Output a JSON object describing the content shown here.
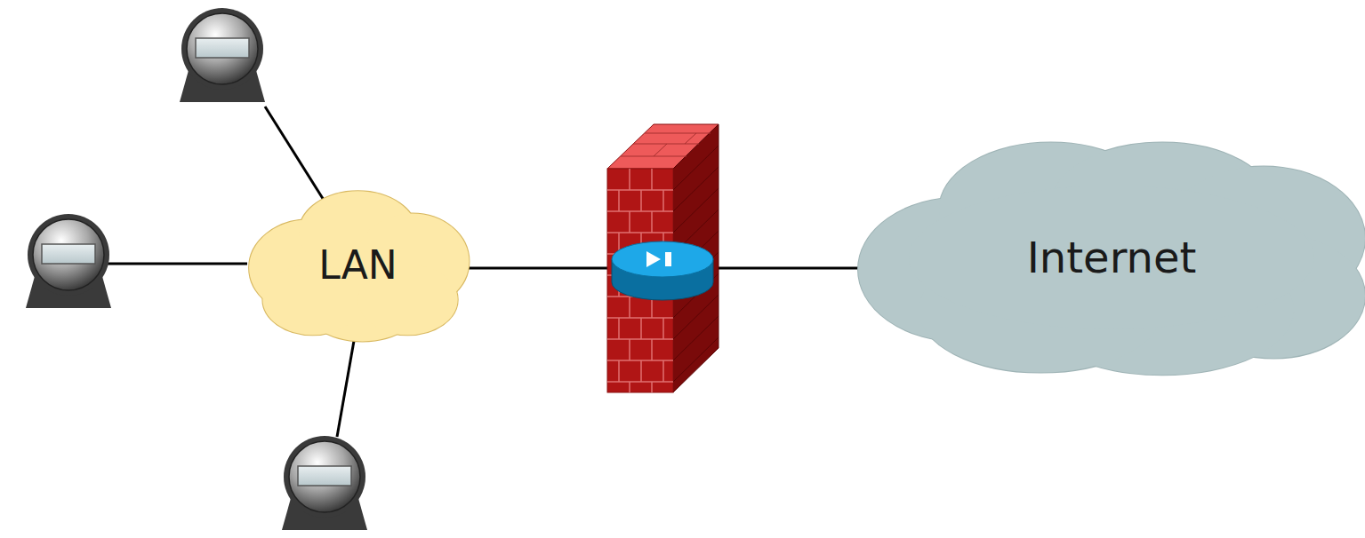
{
  "diagram": {
    "nodes": [
      {
        "text": [
          "LAN"
        ]
      },
      {
        "text": [
          "Internet"
        ]
      }
    ],
    "edges": [
      {
        "from": 0,
        "to": 1,
        "arrow": "none"
      }
    ]
  }
}
